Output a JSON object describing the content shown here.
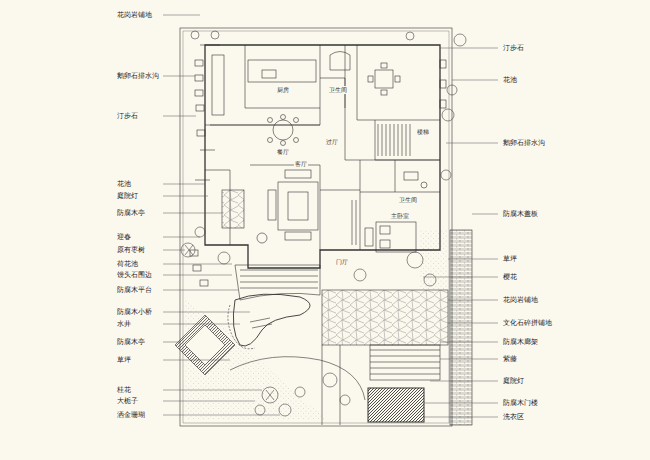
{
  "diagram": {
    "labels": [
      "花岗岩铺地",
      "鹅卵石排水沟",
      "汀步石",
      "花池",
      "庭院灯",
      "防腐木亭",
      "迎春",
      "原有枣树",
      "荷花池",
      "馒头石围边",
      "防腐木平台",
      "防腐木小桥",
      "水井",
      "防腐木亭",
      "草坪",
      "桂花",
      "大栀子",
      "洒金珊瑚",
      "汀步石",
      "花池",
      "鹅卵石排水沟",
      "防腐木盖板",
      "草坪",
      "樱花",
      "花岗岩铺地",
      "文化石碎拼铺地",
      "防腐木廊架",
      "紫藤",
      "庭院灯",
      "防腐木门楼",
      "洗衣区",
      "厨房",
      "卫生间",
      "餐厅",
      "过厅",
      "楼梯",
      "客厅",
      "卫生间",
      "主卧室",
      "门厅"
    ]
  }
}
